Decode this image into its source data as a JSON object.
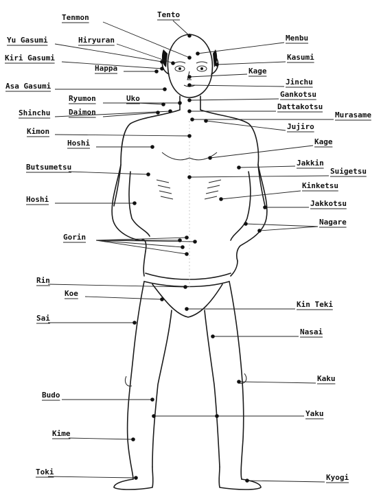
{
  "figure": "Kyusho points chart",
  "points": [
    {
      "id": "tento",
      "label": "Tento"
    },
    {
      "id": "tenmon",
      "label": "Tenmon"
    },
    {
      "id": "menbu",
      "label": "Menbu"
    },
    {
      "id": "yu-gasumi",
      "label": "Yu Gasumi"
    },
    {
      "id": "hiryuran",
      "label": "Hiryuran"
    },
    {
      "id": "kasumi",
      "label": "Kasumi"
    },
    {
      "id": "kiri-gasumi",
      "label": "Kiri Gasumi"
    },
    {
      "id": "happa",
      "label": "Happa"
    },
    {
      "id": "kage-face",
      "label": "Kage"
    },
    {
      "id": "jinchu",
      "label": "Jinchu"
    },
    {
      "id": "asa-gasumi",
      "label": "Asa Gasumi"
    },
    {
      "id": "gankotsu",
      "label": "Gankotsu"
    },
    {
      "id": "ryumon",
      "label": "Ryumon"
    },
    {
      "id": "uko",
      "label": "Uko"
    },
    {
      "id": "dattakotsu",
      "label": "Dattakotsu"
    },
    {
      "id": "shinchu",
      "label": "Shinchu"
    },
    {
      "id": "daimon",
      "label": "Daimon"
    },
    {
      "id": "murasame",
      "label": "Murasame"
    },
    {
      "id": "jujiro",
      "label": "Jujiro"
    },
    {
      "id": "kimon",
      "label": "Kimon"
    },
    {
      "id": "kage-chest",
      "label": "Kage"
    },
    {
      "id": "hoshi-upper",
      "label": "Hoshi"
    },
    {
      "id": "jakkin",
      "label": "Jakkin"
    },
    {
      "id": "butsumetsu",
      "label": "Butsumetsu"
    },
    {
      "id": "suigetsu",
      "label": "Suigetsu"
    },
    {
      "id": "kinketsu",
      "label": "Kinketsu"
    },
    {
      "id": "hoshi-lower",
      "label": "Hoshi"
    },
    {
      "id": "jakkotsu",
      "label": "Jakkotsu"
    },
    {
      "id": "nagare",
      "label": "Nagare"
    },
    {
      "id": "gorin",
      "label": "Gorin"
    },
    {
      "id": "rin",
      "label": "Rin"
    },
    {
      "id": "koe",
      "label": "Koe"
    },
    {
      "id": "kin-teki",
      "label": "Kin Teki"
    },
    {
      "id": "sai",
      "label": "Sai"
    },
    {
      "id": "nasai",
      "label": "Nasai"
    },
    {
      "id": "kaku",
      "label": "Kaku"
    },
    {
      "id": "budo",
      "label": "Budo"
    },
    {
      "id": "yaku",
      "label": "Yaku"
    },
    {
      "id": "kime",
      "label": "Kime"
    },
    {
      "id": "toki",
      "label": "Toki"
    },
    {
      "id": "kyogi",
      "label": "Kyogi"
    }
  ]
}
